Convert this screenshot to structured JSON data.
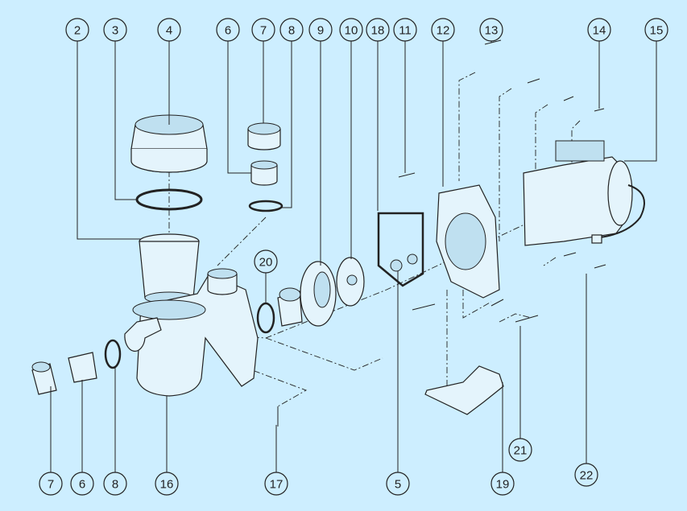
{
  "diagram": {
    "title": "Pump exploded parts view",
    "callouts": [
      {
        "id": "2",
        "label": "2"
      },
      {
        "id": "3",
        "label": "3"
      },
      {
        "id": "4",
        "label": "4"
      },
      {
        "id": "6a",
        "label": "6"
      },
      {
        "id": "7a",
        "label": "7"
      },
      {
        "id": "8a",
        "label": "8"
      },
      {
        "id": "9",
        "label": "9"
      },
      {
        "id": "10",
        "label": "10"
      },
      {
        "id": "18",
        "label": "18"
      },
      {
        "id": "11",
        "label": "11"
      },
      {
        "id": "12",
        "label": "12"
      },
      {
        "id": "13",
        "label": "13"
      },
      {
        "id": "14",
        "label": "14"
      },
      {
        "id": "15",
        "label": "15"
      },
      {
        "id": "20",
        "label": "20"
      },
      {
        "id": "7b",
        "label": "7"
      },
      {
        "id": "6b",
        "label": "6"
      },
      {
        "id": "8b",
        "label": "8"
      },
      {
        "id": "16",
        "label": "16"
      },
      {
        "id": "17",
        "label": "17"
      },
      {
        "id": "5",
        "label": "5"
      },
      {
        "id": "19",
        "label": "19"
      },
      {
        "id": "21",
        "label": "21"
      },
      {
        "id": "22",
        "label": "22"
      }
    ]
  }
}
